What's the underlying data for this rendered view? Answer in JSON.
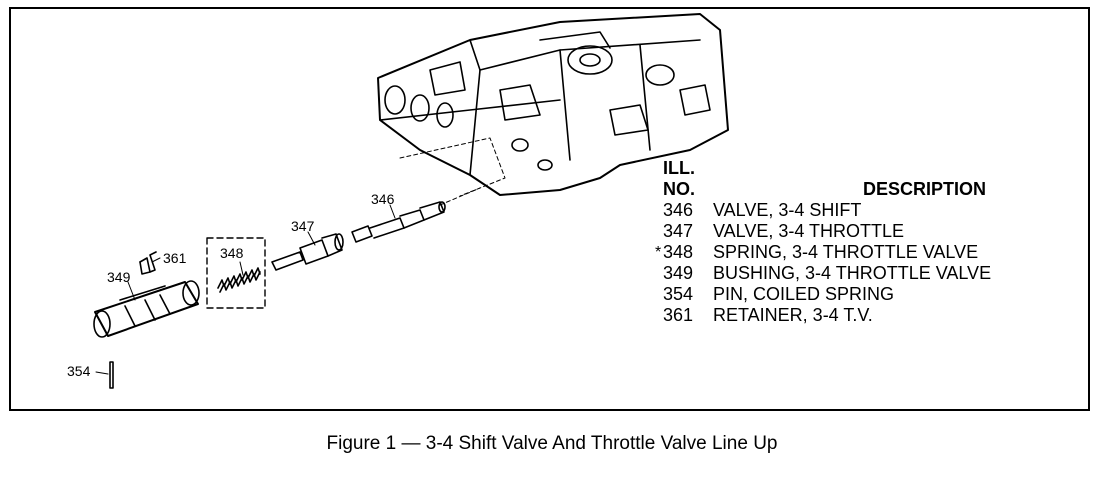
{
  "figure": {
    "caption": "Figure 1 — 3-4 Shift Valve And Throttle Valve Line Up"
  },
  "callouts": [
    "346",
    "347",
    "348",
    "349",
    "361",
    "354"
  ],
  "legend": {
    "header_ill": "ILL.",
    "header_no": "NO.",
    "header_description": "DESCRIPTION",
    "items": [
      {
        "marker": "",
        "number": "346",
        "description": "VALVE, 3-4 SHIFT"
      },
      {
        "marker": "",
        "number": "347",
        "description": "VALVE, 3-4 THROTTLE"
      },
      {
        "marker": "*",
        "number": "348",
        "description": "SPRING, 3-4 THROTTLE VALVE"
      },
      {
        "marker": "",
        "number": "349",
        "description": "BUSHING, 3-4 THROTTLE VALVE"
      },
      {
        "marker": "",
        "number": "354",
        "description": "PIN, COILED SPRING"
      },
      {
        "marker": "",
        "number": "361",
        "description": "RETAINER, 3-4 T.V."
      }
    ]
  }
}
